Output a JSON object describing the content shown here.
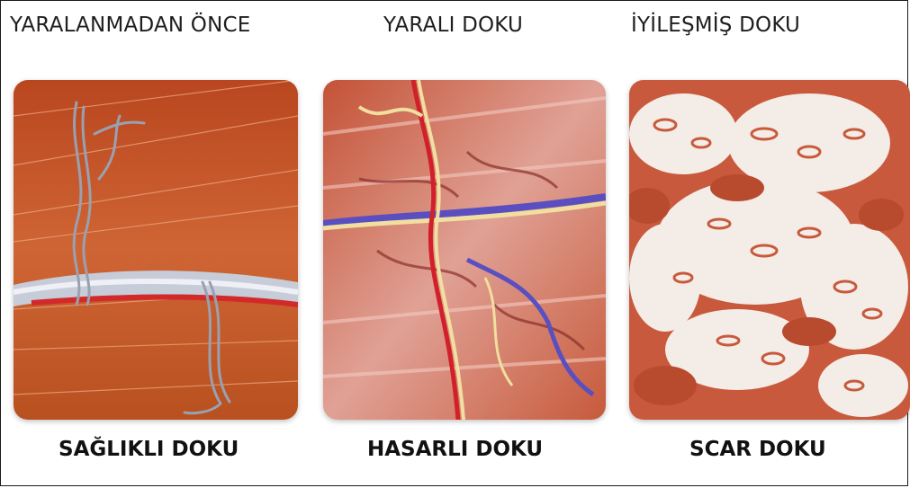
{
  "top_labels": {
    "before_injury": "YARALANMADAN ÖNCE",
    "injured_tissue": "YARALI DOKU",
    "healed_tissue": "İYİLEŞMİŞ DOKU"
  },
  "bottom_labels": {
    "healthy_tissue": "SAĞLIKLI DOKU",
    "damaged_tissue": "HASARLI DOKU",
    "scar_tissue": "SCAR DOKU"
  },
  "colors": {
    "muscle": "#c85a2e",
    "muscle_dark": "#a8441f",
    "vessel_red": "#d2202a",
    "vessel_blue": "#5a4fc0",
    "nerve_yellow": "#f0dfa0",
    "scar_white": "#f4ece6"
  }
}
